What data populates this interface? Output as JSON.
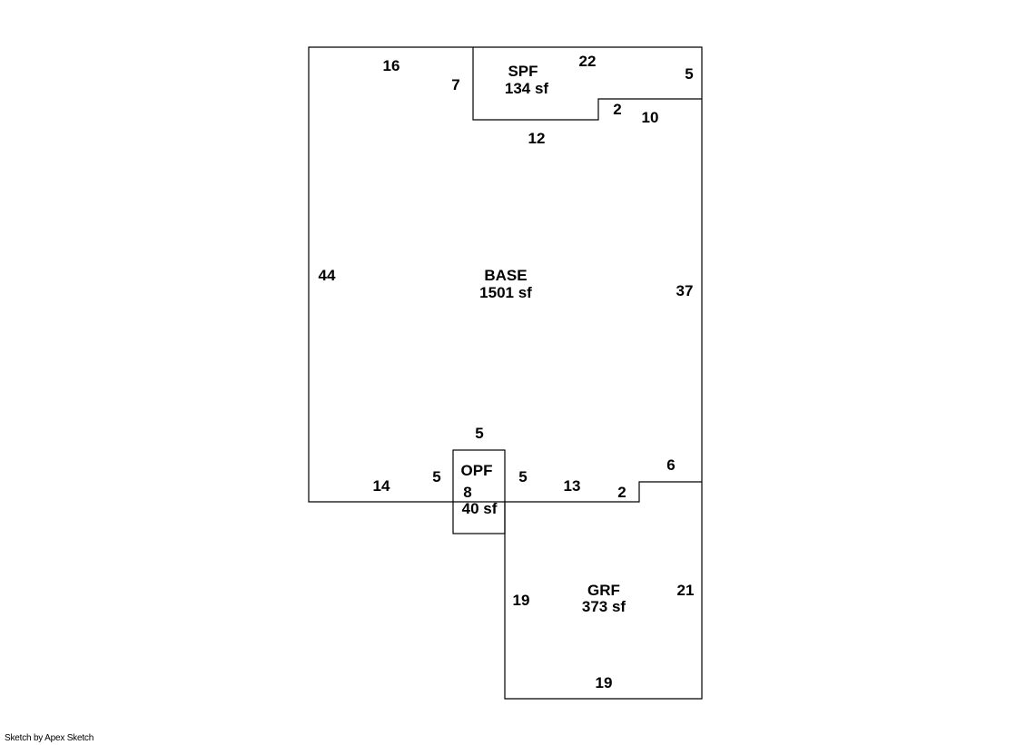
{
  "areas": {
    "spf": {
      "code": "SPF",
      "area": "134 sf"
    },
    "base": {
      "code": "BASE",
      "area": "1501 sf"
    },
    "opf": {
      "code": "OPF",
      "area": "40 sf"
    },
    "grf": {
      "code": "GRF",
      "area": "373 sf"
    }
  },
  "dimensions": {
    "base_top": "16",
    "spf_left": "7",
    "spf_top": "22",
    "spf_right": "5",
    "spf_step": "2",
    "spf_step_top": "10",
    "spf_bottom": "12",
    "base_left": "44",
    "base_right": "37",
    "opf_top": "5",
    "base_bottom_left": "14",
    "opf_left": "5",
    "opf_right": "5",
    "opf_depth": "8",
    "base_bottom_mid": "13",
    "base_step": "2",
    "base_step_top": "6",
    "grf_left": "19",
    "grf_right": "21",
    "grf_bottom": "19"
  },
  "footer": {
    "credit": "Sketch by Apex Sketch"
  }
}
